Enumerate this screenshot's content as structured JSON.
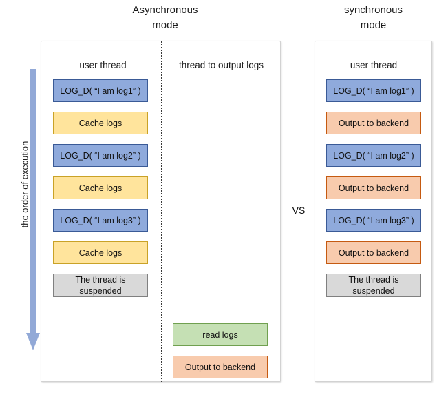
{
  "titles": {
    "async": "Asynchronous\nmode",
    "sync": "synchronous\nmode"
  },
  "comparator": {
    "label": "VS"
  },
  "axis": {
    "label": "the order of execution",
    "direction": "downward",
    "color": "#92A9D7"
  },
  "colors": {
    "blue_fill": "#8FAADC",
    "blue_border": "#3A5A96",
    "yellow_fill": "#FFE49C",
    "yellow_border": "#C9A227",
    "orange_fill": "#F8CBAD",
    "orange_border": "#C55A11",
    "green_fill": "#C5E0B4",
    "green_border": "#70A050",
    "grey_fill": "#D9D9D9",
    "grey_border": "#808080",
    "panel_border": "#D2D2D2",
    "divider": "#3A3A3A"
  },
  "async_panel": {
    "columns": [
      {
        "header": "user thread",
        "blocks": [
          {
            "label": "LOG_D( “I am log1” )",
            "kind": "blue"
          },
          {
            "label": "Cache logs",
            "kind": "yellow"
          },
          {
            "label": "LOG_D( “I am log2” )",
            "kind": "blue"
          },
          {
            "label": "Cache logs",
            "kind": "yellow"
          },
          {
            "label": "LOG_D( “I am log3” )",
            "kind": "blue"
          },
          {
            "label": "Cache logs",
            "kind": "yellow"
          },
          {
            "label": "The thread is\nsuspended",
            "kind": "grey"
          }
        ]
      },
      {
        "header": "thread to output logs",
        "blocks": [
          {
            "label": "read logs",
            "kind": "green"
          },
          {
            "label": "Output to backend",
            "kind": "orange"
          }
        ]
      }
    ]
  },
  "sync_panel": {
    "columns": [
      {
        "header": "user thread",
        "blocks": [
          {
            "label": "LOG_D( “I am log1” )",
            "kind": "blue"
          },
          {
            "label": "Output to backend",
            "kind": "orange"
          },
          {
            "label": "LOG_D( “I am log2” )",
            "kind": "blue"
          },
          {
            "label": "Output to backend",
            "kind": "orange"
          },
          {
            "label": "LOG_D( “I am log3” )",
            "kind": "blue"
          },
          {
            "label": "Output to backend",
            "kind": "orange"
          },
          {
            "label": "The thread is\nsuspended",
            "kind": "grey"
          }
        ]
      }
    ]
  }
}
